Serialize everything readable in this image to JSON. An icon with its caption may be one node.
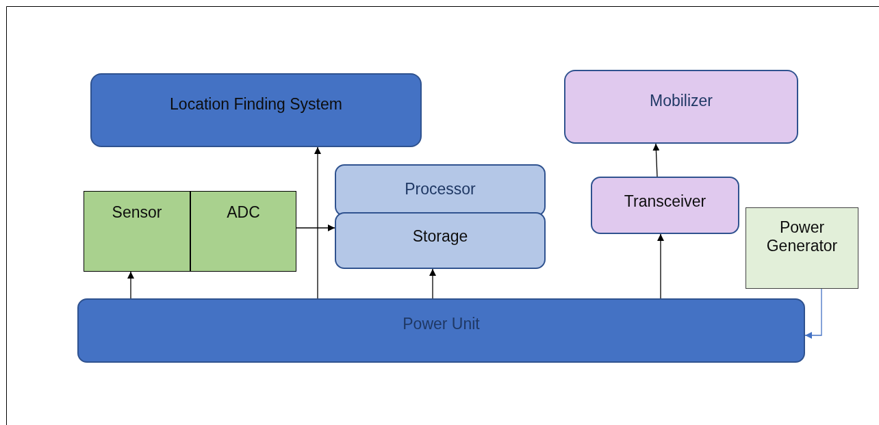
{
  "diagram": {
    "nodes": [
      {
        "text": [
          "Location Finding System"
        ]
      },
      {
        "text": [
          "Mobilizer"
        ]
      },
      {
        "text": [
          "Processor"
        ]
      },
      {
        "text": [
          "Storage"
        ]
      },
      {
        "text": [
          "Sensor"
        ]
      },
      {
        "text": [
          "ADC"
        ]
      },
      {
        "text": [
          "Transceiver"
        ]
      },
      {
        "text": [
          "Power Generator"
        ]
      },
      {
        "text": [
          "Power Unit"
        ]
      }
    ],
    "edges": [
      {
        "from": 8,
        "to": 4,
        "arrow": "to"
      },
      {
        "from": 8,
        "to": 0,
        "arrow": "to"
      },
      {
        "from": 5,
        "to": 3,
        "arrow": "to"
      },
      {
        "from": 8,
        "to": 3,
        "arrow": "to"
      },
      {
        "from": 8,
        "to": 6,
        "arrow": "to"
      },
      {
        "from": 6,
        "to": 1,
        "arrow": "to"
      },
      {
        "from": 7,
        "to": 8,
        "arrow": "to",
        "color": "#4472c4"
      }
    ]
  }
}
